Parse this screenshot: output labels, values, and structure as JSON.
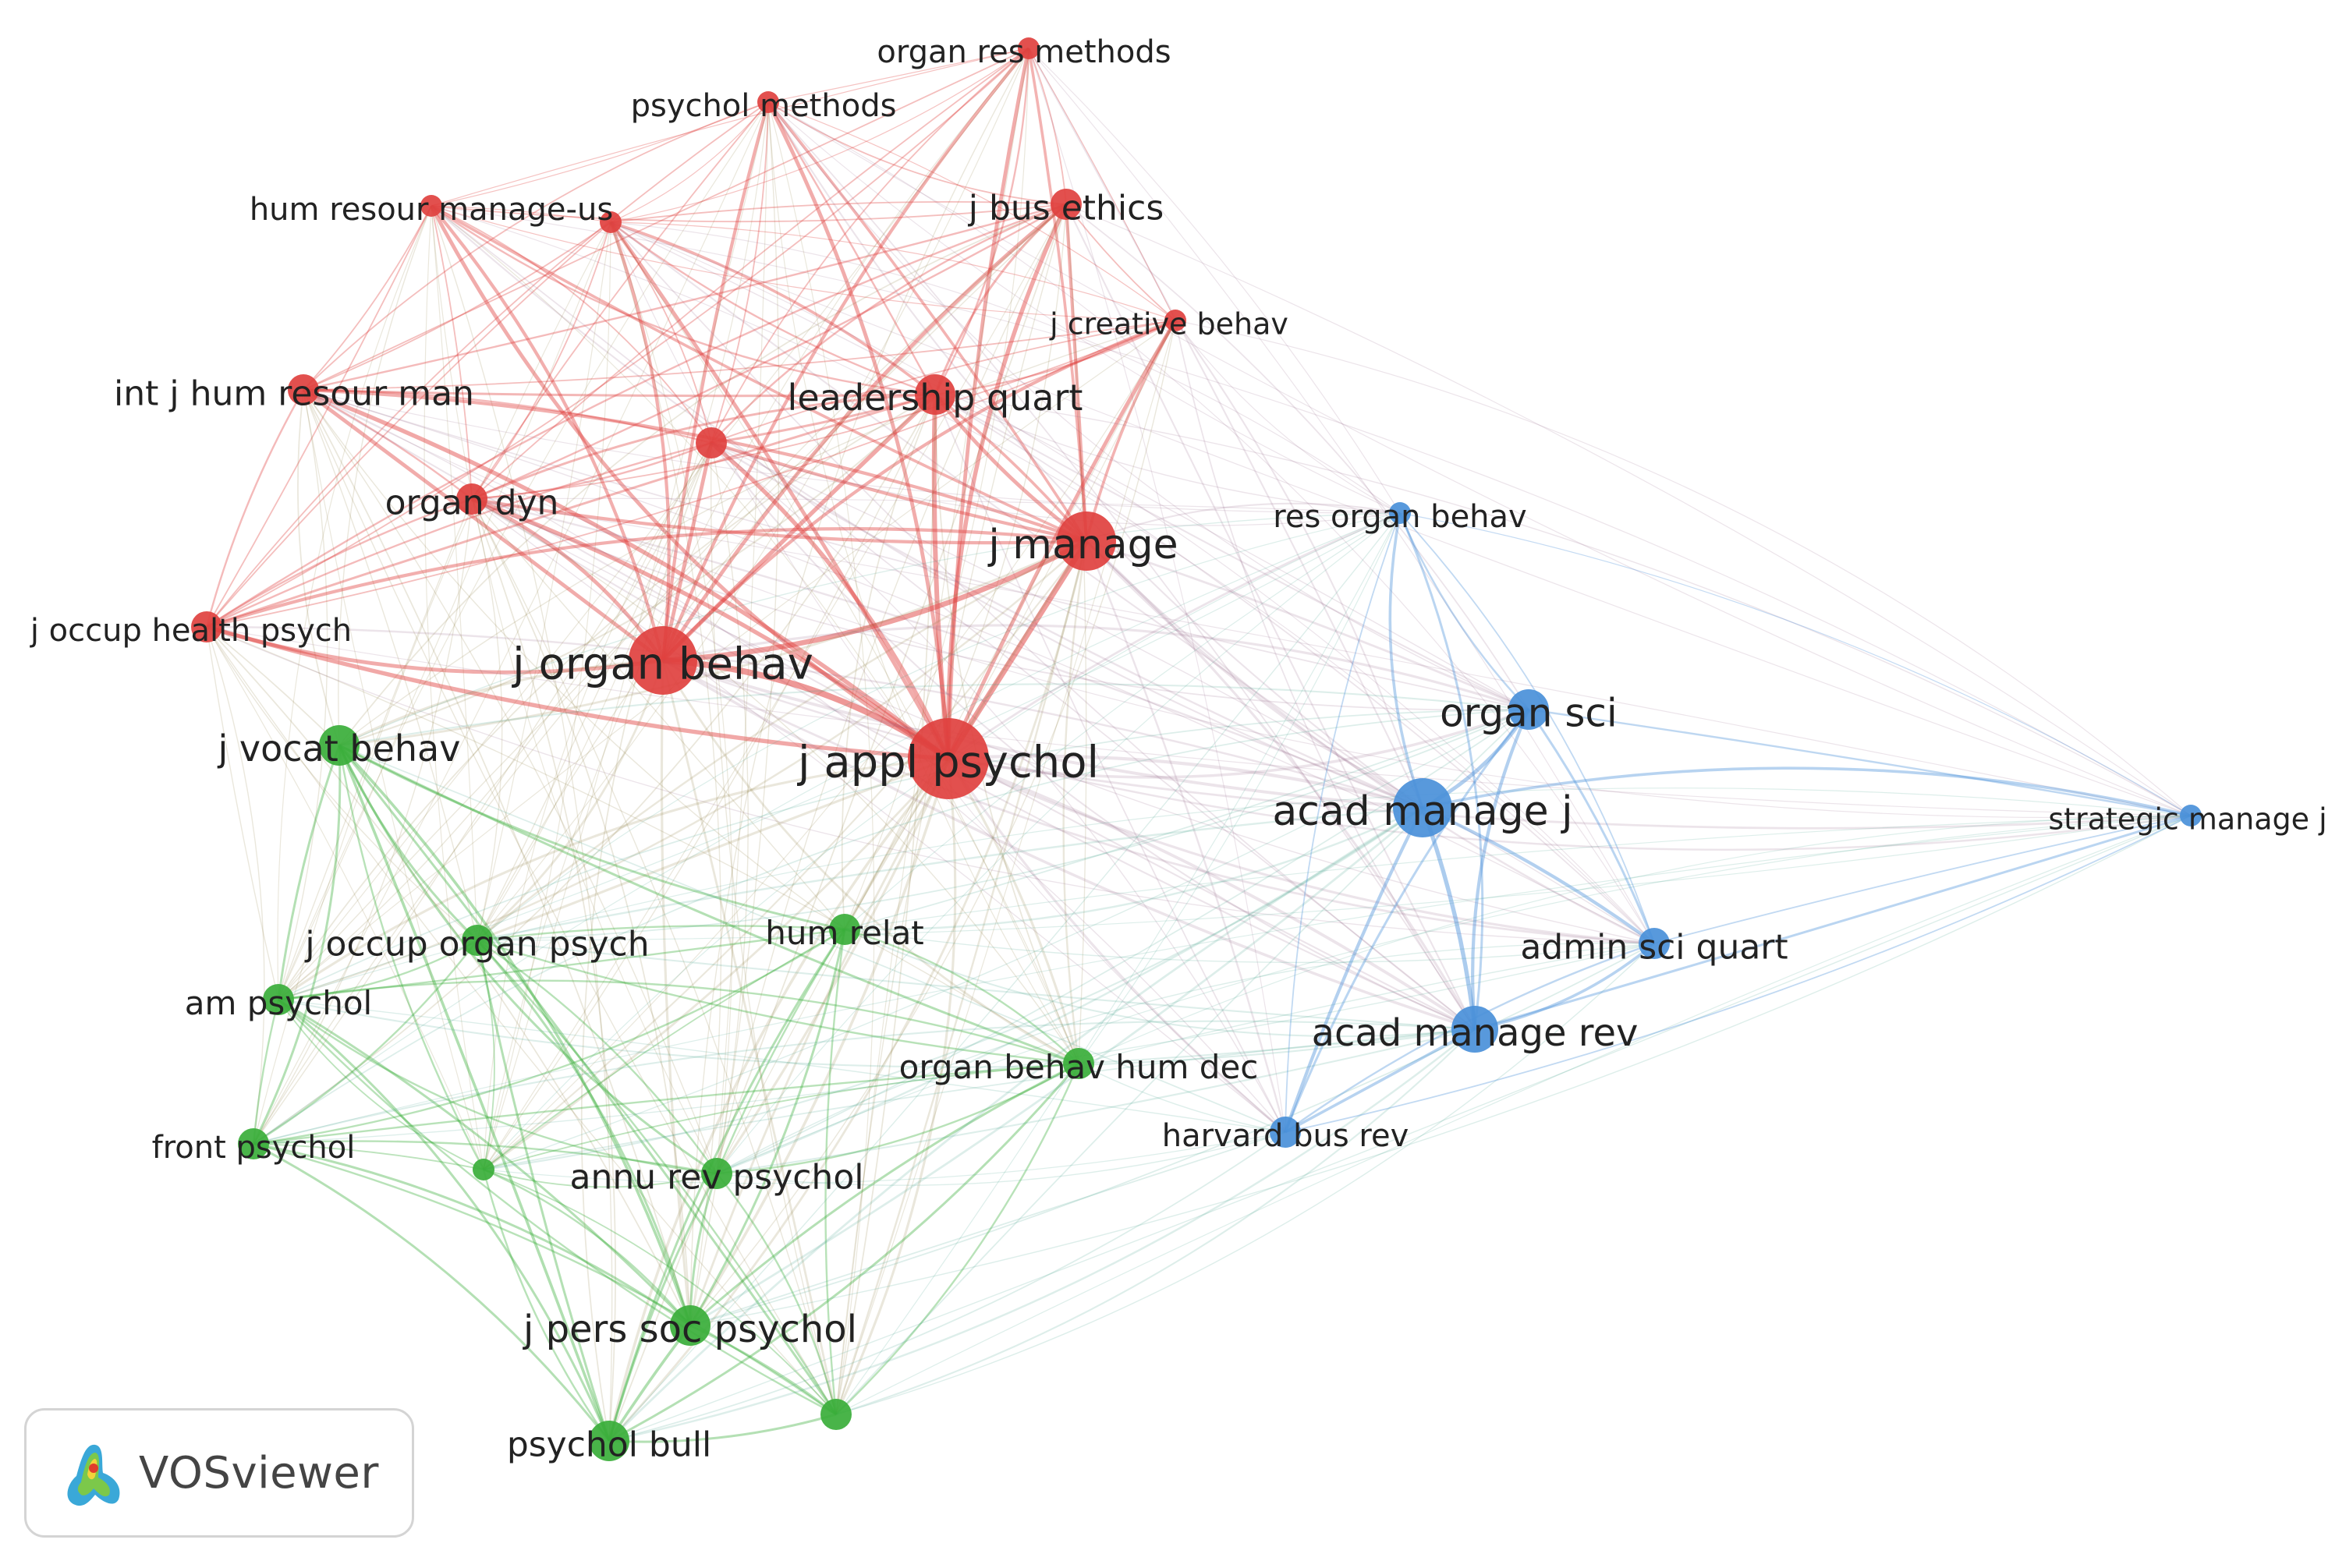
{
  "brand": {
    "name": "VOSviewer"
  },
  "legend": {
    "clusters": [
      {
        "id": 1,
        "color": "#e0413f"
      },
      {
        "id": 2,
        "color": "#3aae3a"
      },
      {
        "id": 3,
        "color": "#4a90d9"
      }
    ]
  },
  "nodes": [
    {
      "id": "organ-res-methods",
      "label": "organ res methods",
      "cluster": 1,
      "weight": 1
    },
    {
      "id": "psychol-methods",
      "label": "psychol methods",
      "cluster": 1,
      "weight": 1
    },
    {
      "id": "hum-resour-manage-us",
      "label": "hum resour manage-us",
      "cluster": 1,
      "weight": 1
    },
    {
      "id": "unlabeled-red-a",
      "label": "",
      "cluster": 1,
      "weight": 1
    },
    {
      "id": "j-bus-ethics",
      "label": "j bus ethics",
      "cluster": 1,
      "weight": 2
    },
    {
      "id": "j-creative-behav",
      "label": "j creative behav",
      "cluster": 1,
      "weight": 1
    },
    {
      "id": "int-j-hum-resour-man",
      "label": "int j hum resour man",
      "cluster": 1,
      "weight": 2
    },
    {
      "id": "leadership-quart",
      "label": "leadership quart",
      "cluster": 1,
      "weight": 3
    },
    {
      "id": "unlabeled-red-b",
      "label": "",
      "cluster": 1,
      "weight": 2
    },
    {
      "id": "organ-dyn",
      "label": "organ dyn",
      "cluster": 1,
      "weight": 2
    },
    {
      "id": "j-manage",
      "label": "j manage",
      "cluster": 1,
      "weight": 5
    },
    {
      "id": "j-occup-health-psych",
      "label": "j occup health psych",
      "cluster": 1,
      "weight": 2
    },
    {
      "id": "j-organ-behav",
      "label": "j organ behav",
      "cluster": 1,
      "weight": 6
    },
    {
      "id": "j-appl-psychol",
      "label": "j appl psychol",
      "cluster": 1,
      "weight": 7
    },
    {
      "id": "j-vocat-behav",
      "label": "j vocat behav",
      "cluster": 2,
      "weight": 3
    },
    {
      "id": "j-occup-organ-psych",
      "label": "j occup organ psych",
      "cluster": 2,
      "weight": 2
    },
    {
      "id": "hum-relat",
      "label": "hum relat",
      "cluster": 2,
      "weight": 2
    },
    {
      "id": "am-psychol",
      "label": "am psychol",
      "cluster": 2,
      "weight": 2
    },
    {
      "id": "organ-behav-hum-dec",
      "label": "organ behav hum dec",
      "cluster": 2,
      "weight": 2
    },
    {
      "id": "front-psychol",
      "label": "front psychol",
      "cluster": 2,
      "weight": 2
    },
    {
      "id": "unlabeled-green-a",
      "label": "",
      "cluster": 2,
      "weight": 1
    },
    {
      "id": "annu-rev-psychol",
      "label": "annu rev psychol",
      "cluster": 2,
      "weight": 2
    },
    {
      "id": "j-pers-soc-psychol",
      "label": "j pers soc psychol",
      "cluster": 2,
      "weight": 3
    },
    {
      "id": "psychol-bull",
      "label": "psychol bull",
      "cluster": 2,
      "weight": 3
    },
    {
      "id": "unlabeled-green-b",
      "label": "",
      "cluster": 2,
      "weight": 2
    },
    {
      "id": "res-organ-behav",
      "label": "res organ behav",
      "cluster": 3,
      "weight": 1
    },
    {
      "id": "organ-sci",
      "label": "organ sci",
      "cluster": 3,
      "weight": 3
    },
    {
      "id": "acad-manage-j",
      "label": "acad manage j",
      "cluster": 3,
      "weight": 5
    },
    {
      "id": "strategic-manage-j",
      "label": "strategic manage j",
      "cluster": 3,
      "weight": 1
    },
    {
      "id": "admin-sci-quart",
      "label": "admin sci quart",
      "cluster": 3,
      "weight": 2
    },
    {
      "id": "acad-manage-rev",
      "label": "acad manage rev",
      "cluster": 3,
      "weight": 4
    },
    {
      "id": "harvard-bus-rev",
      "label": "harvard bus rev",
      "cluster": 3,
      "weight": 2
    }
  ]
}
